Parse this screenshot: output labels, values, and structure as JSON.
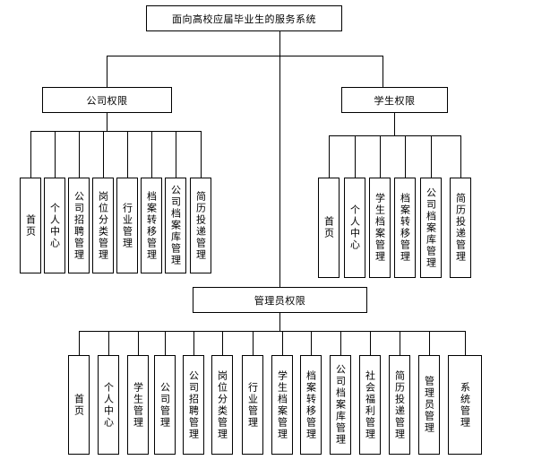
{
  "title": "面向高校应届毕业生的服务系统",
  "company": {
    "label": "公司权限",
    "items": [
      "首页",
      "个人中心",
      "公司招聘管理",
      "岗位分类管理",
      "行业管理",
      "档案转移管理",
      "公司档案库管理",
      "简历投递管理"
    ]
  },
  "student": {
    "label": "学生权限",
    "items": [
      "首页",
      "个人中心",
      "学生档案管理",
      "档案转移管理",
      "公司档案库管理",
      "简历投递管理"
    ]
  },
  "admin": {
    "label": "管理员权限",
    "items": [
      "首页",
      "个人中心",
      "学生管理",
      "公司管理",
      "公司招聘管理",
      "岗位分类管理",
      "行业管理",
      "学生档案管理",
      "档案转移管理",
      "公司档案库管理",
      "社会福利管理",
      "简历投递管理",
      "管理员管理",
      "系统管理"
    ]
  }
}
